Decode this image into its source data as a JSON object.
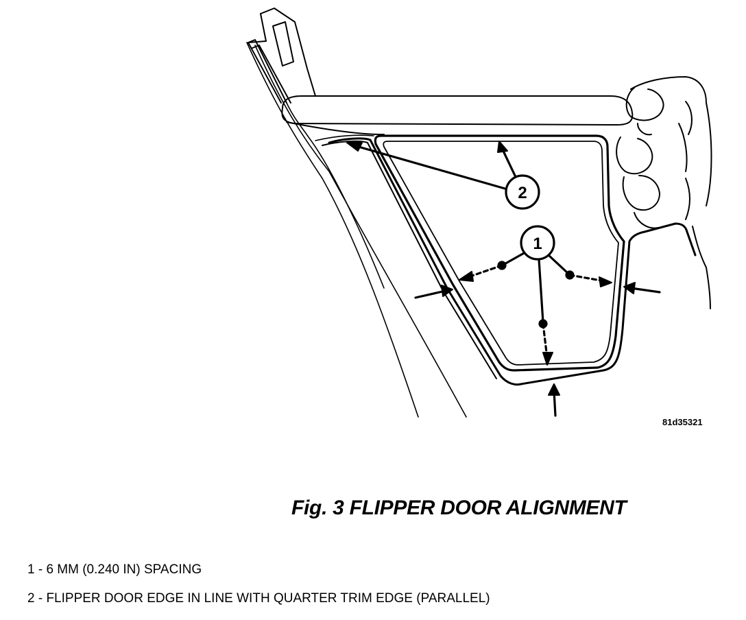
{
  "figure": {
    "id_code": "81d35321",
    "caption": "Fig. 3 FLIPPER DOOR ALIGNMENT"
  },
  "callouts": [
    {
      "number": "1",
      "text": "1 - 6 MM (0.240 IN) SPACING"
    },
    {
      "number": "2",
      "text": "2 - FLIPPER DOOR EDGE IN LINE WITH QUARTER TRIM EDGE (PARALLEL)"
    }
  ]
}
